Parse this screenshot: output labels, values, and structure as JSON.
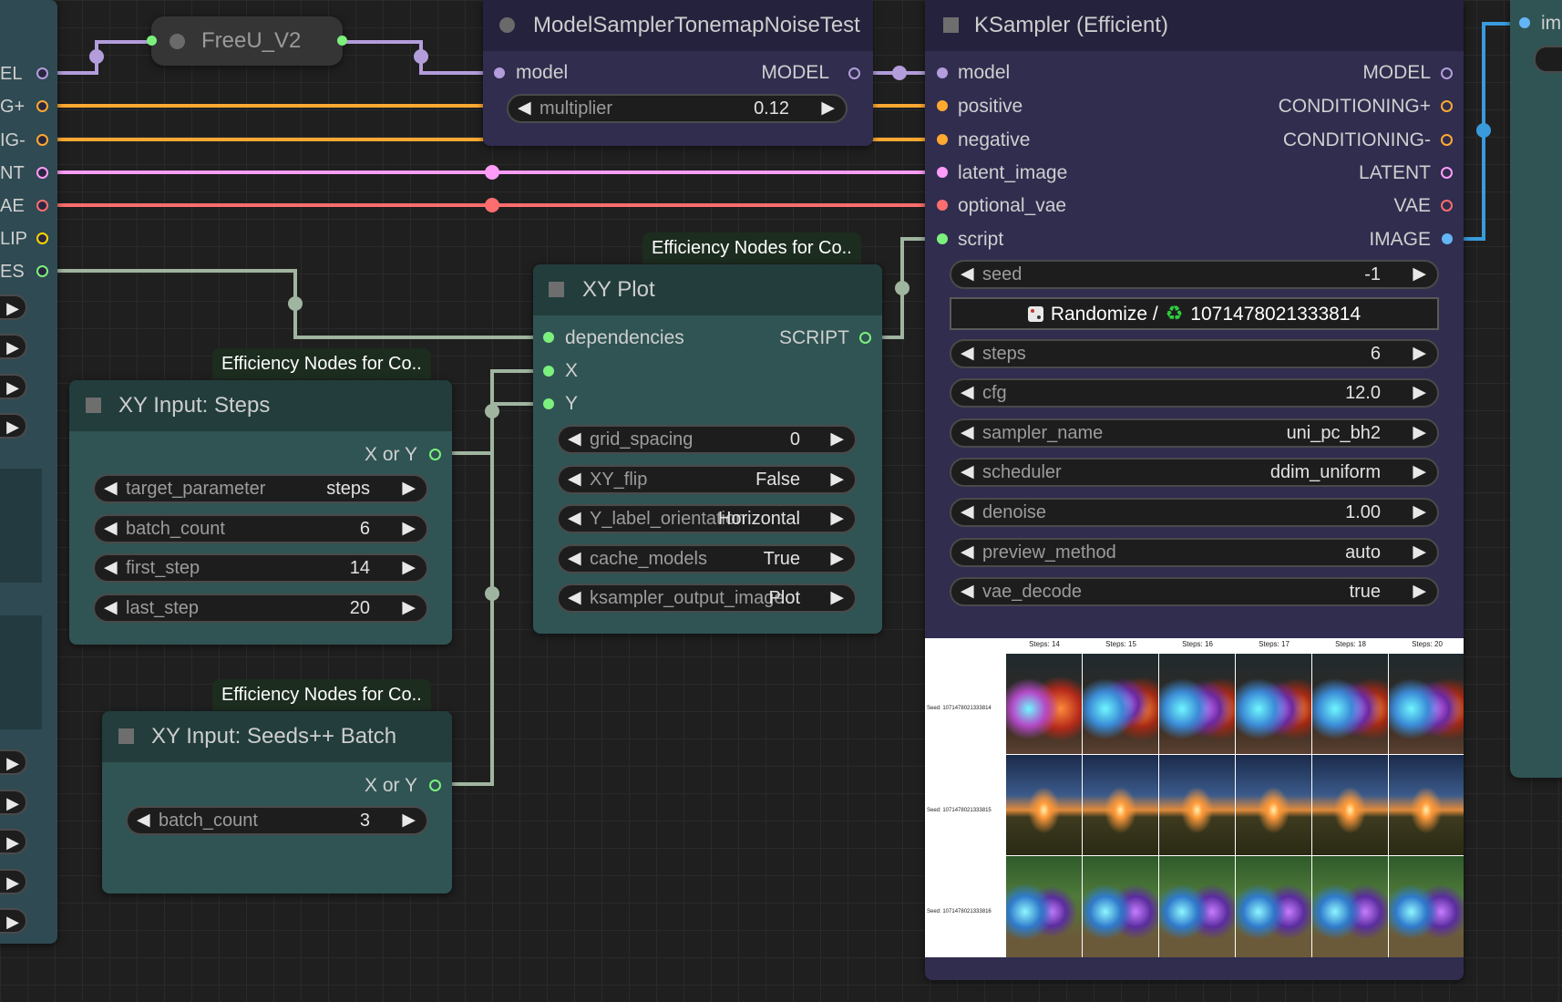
{
  "left_node": {
    "outputs": [
      {
        "label": "EL",
        "color": "#b39ddb"
      },
      {
        "label": "G+",
        "color": "#ffa931"
      },
      {
        "label": "IG-",
        "color": "#ffa931"
      },
      {
        "label": "NT",
        "color": "#ff9cf9"
      },
      {
        "label": "AE",
        "color": "#ff6e6e"
      },
      {
        "label": "LIP",
        "color": "#ffd500"
      },
      {
        "label": "ES",
        "color": "#7cf07c"
      }
    ]
  },
  "freeu": {
    "title": "FreeU_V2"
  },
  "msampler": {
    "title": "ModelSamplerTonemapNoiseTest",
    "input_model": "model",
    "output_model": "MODEL",
    "widget": {
      "label": "multiplier",
      "value": "0.12"
    }
  },
  "ksampler": {
    "title": "KSampler (Efficient)",
    "inputs": [
      "model",
      "positive",
      "negative",
      "latent_image",
      "optional_vae",
      "script"
    ],
    "outputs": [
      "MODEL",
      "CONDITIONING+",
      "CONDITIONING-",
      "LATENT",
      "VAE",
      "IMAGE"
    ],
    "seed": {
      "label": "seed",
      "value": "-1"
    },
    "randomize_button": "Randomize / ",
    "randomize_seed": "1071478021333814",
    "widgets": [
      {
        "label": "steps",
        "value": "6"
      },
      {
        "label": "cfg",
        "value": "12.0"
      },
      {
        "label": "sampler_name",
        "value": "uni_pc_bh2"
      },
      {
        "label": "scheduler",
        "value": "ddim_uniform"
      },
      {
        "label": "denoise",
        "value": "1.00"
      },
      {
        "label": "preview_method",
        "value": "auto"
      },
      {
        "label": "vae_decode",
        "value": "true"
      }
    ],
    "preview": {
      "column_headers": [
        "Steps: 14",
        "Steps: 15",
        "Steps: 16",
        "Steps: 17",
        "Steps: 18",
        "Steps: 20"
      ],
      "row_labels": [
        "Seed: 1071478021333814",
        "Seed: 1071478021333815",
        "Seed: 1071478021333816"
      ]
    }
  },
  "xyplot": {
    "badge": "Efficiency Nodes for Co..",
    "title": "XY Plot",
    "input_dependencies": "dependencies",
    "output_script": "SCRIPT",
    "input_x": "X",
    "input_y": "Y",
    "widgets": [
      {
        "label": "grid_spacing",
        "value": "0"
      },
      {
        "label": "XY_flip",
        "value": "False"
      },
      {
        "label": "Y_label_orientation",
        "value": "Horizontal"
      },
      {
        "label": "cache_models",
        "value": "True"
      },
      {
        "label": "ksampler_output_image",
        "value": "Plot"
      }
    ]
  },
  "xysteps": {
    "badge": "Efficiency Nodes for Co..",
    "title": "XY Input: Steps",
    "output": "X or Y",
    "widgets": [
      {
        "label": "target_parameter",
        "value": "steps"
      },
      {
        "label": "batch_count",
        "value": "6"
      },
      {
        "label": "first_step",
        "value": "14"
      },
      {
        "label": "last_step",
        "value": "20"
      }
    ]
  },
  "xyseeds": {
    "badge": "Efficiency Nodes for Co..",
    "title": "XY Input: Seeds++ Batch",
    "output": "X or Y",
    "widgets": [
      {
        "label": "batch_count",
        "value": "3"
      }
    ]
  },
  "right_node": {
    "input": "im"
  },
  "colors": {
    "model": "#b39ddb",
    "conditioning": "#ffa931",
    "latent": "#ff9cf9",
    "vae": "#ff6e6e",
    "clip": "#ffd500",
    "script": "#7cf07c",
    "image": "#64b5f6",
    "deps_link": "#a0b5a0"
  }
}
